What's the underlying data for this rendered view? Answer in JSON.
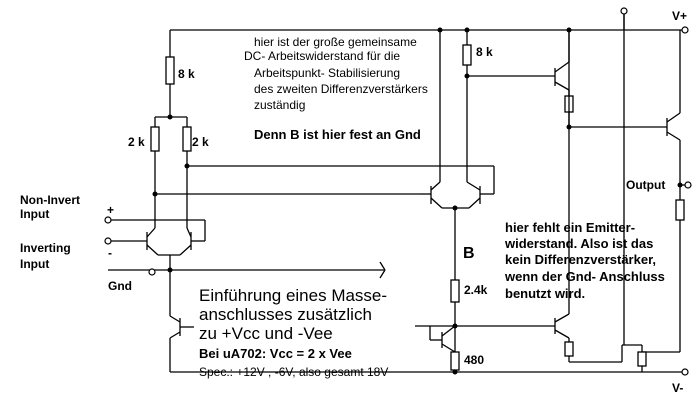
{
  "supply": {
    "vplus": "V+",
    "vminus": "V-"
  },
  "resistors": {
    "r_8k_left": "8 k",
    "r_8k_right": "8 k",
    "r_2k_left": "2 k",
    "r_2k_right": "2 k",
    "r_2_4k": "2.4k",
    "r_480": "480"
  },
  "nodes": {
    "b": "B"
  },
  "io": {
    "noninvert_line1": "Non-Invert",
    "noninvert_line2": "Input",
    "plus": "+",
    "inverting_line1": "Inverting",
    "inverting_line2": "Input",
    "minus": "-",
    "gnd": "Gnd",
    "output": "Output"
  },
  "notes": {
    "top_1": "hier ist der große gemeinsame",
    "top_2": "DC- Arbeitswiderstand für die",
    "top_3": "Arbeitspunkt- Stabilisierung",
    "top_4": "des zweiten Differenzverstärkers",
    "top_5": "zuständig",
    "bfixed": "Denn B ist hier fest an Gnd",
    "right_1": "hier fehlt ein Emitter-",
    "right_2": "widerstand. Also ist das",
    "right_3": "kein Differenzverstärker,",
    "right_4": "wenn der Gnd- Anschluss",
    "right_5": "benutzt wird.",
    "big_1": "Einführung eines Masse-",
    "big_2": "anschlusses zusätzlich",
    "big_3": "zu +Vcc und -Vee",
    "spec_title": "Bei uA702:  Vcc = 2 x Vee",
    "spec_line": "Spec.: +12V , -6V, also gesamt 18V"
  }
}
